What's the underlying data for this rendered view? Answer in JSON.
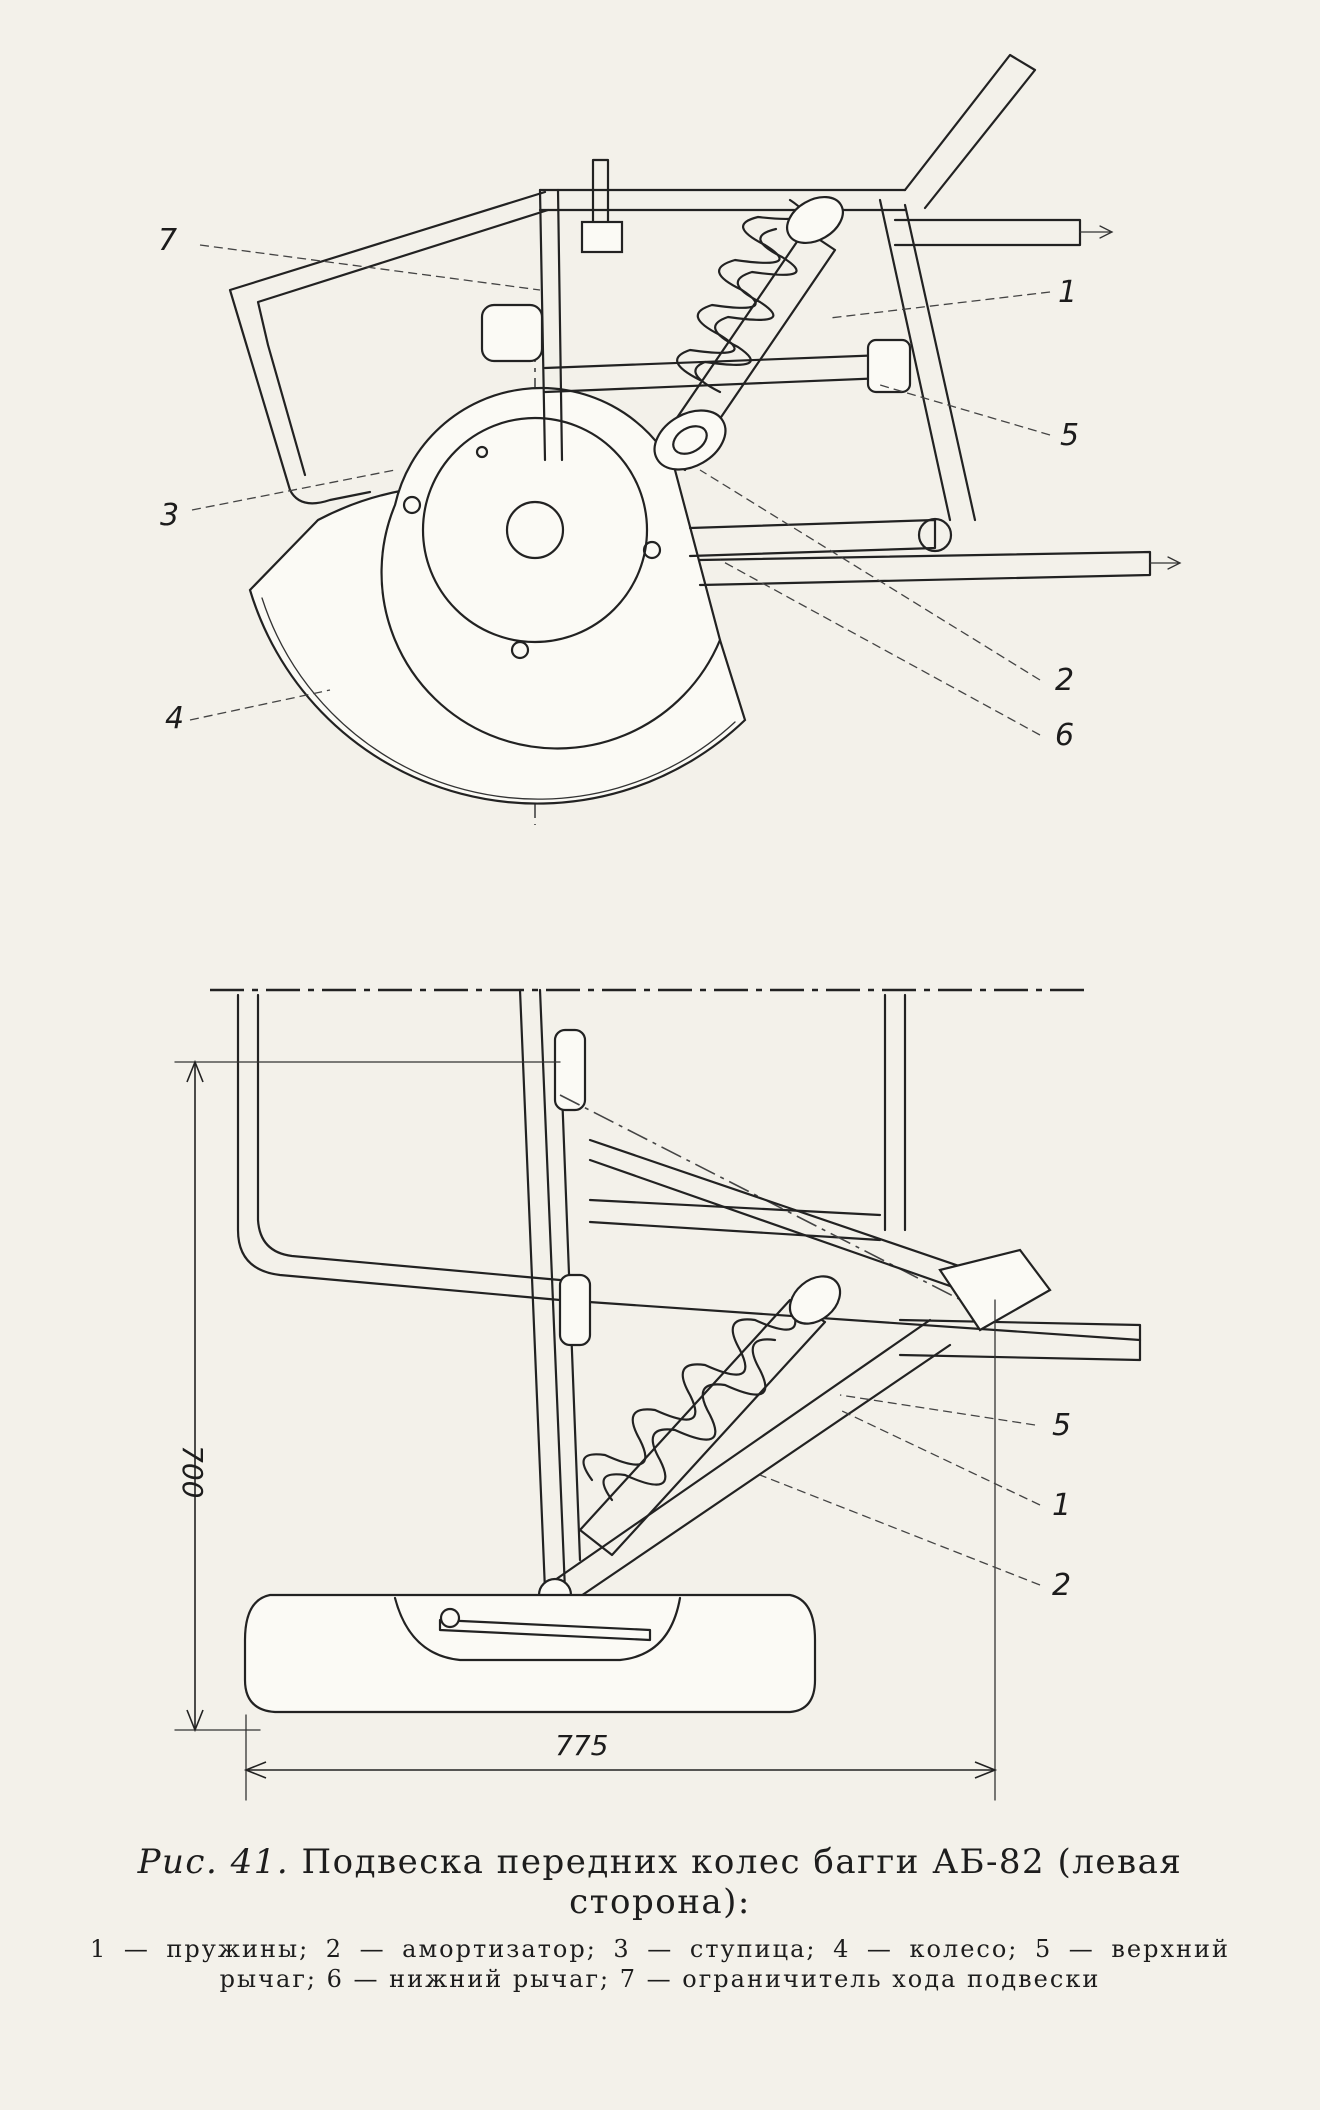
{
  "figure": {
    "labels_top": [
      "7",
      "1",
      "5",
      "3",
      "2",
      "6",
      "4"
    ],
    "labels_bottom": [
      "5",
      "1",
      "2"
    ],
    "dimension_height": "700",
    "dimension_width": "775"
  },
  "caption": {
    "figure_number": "Рис. 41.",
    "title": "Подвеска передних колес багги АБ-82 (левая сторона):",
    "legend": "1 — пружины; 2 — амортизатор; 3 — ступица; 4 — колесо; 5 — верхний рычаг; 6 — нижний рычаг; 7 — ограничитель хода подвески"
  }
}
